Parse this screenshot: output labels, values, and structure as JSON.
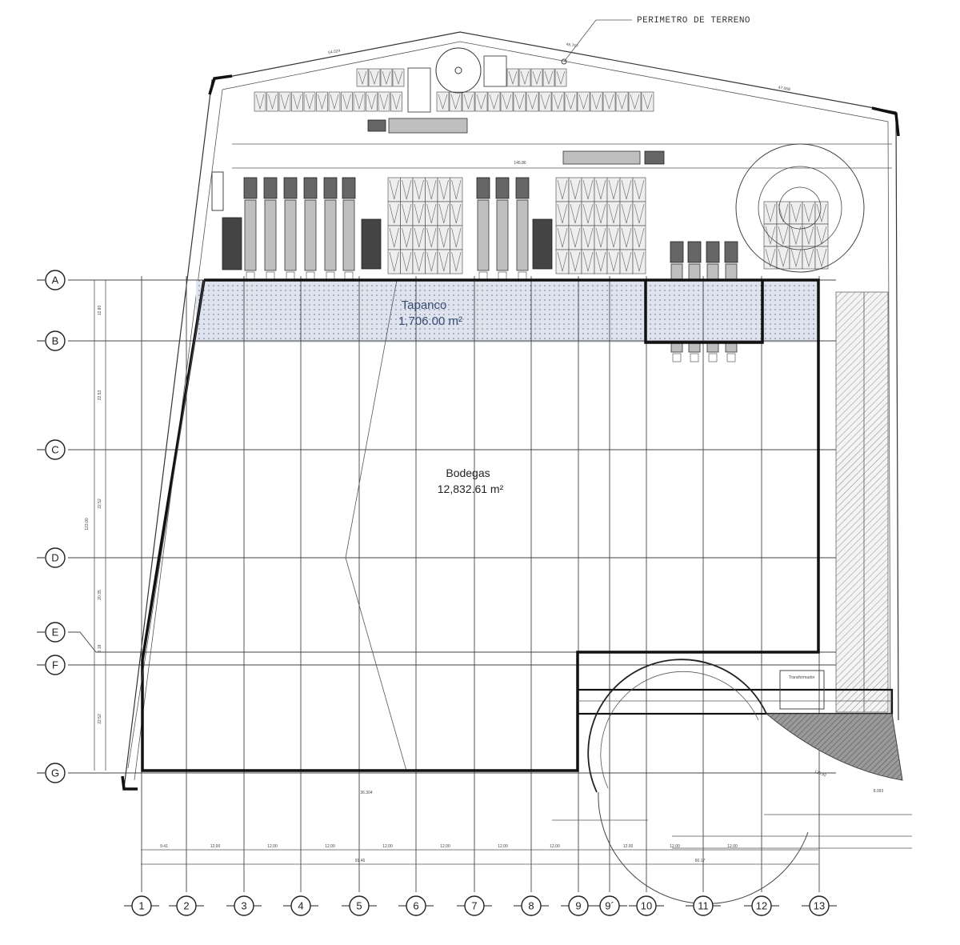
{
  "rows": [
    "A",
    "B",
    "C",
    "D",
    "E",
    "F",
    "G"
  ],
  "columns": [
    "1",
    "2",
    "3",
    "4",
    "5",
    "6",
    "7",
    "8",
    "9",
    "9´",
    "10",
    "11",
    "12",
    "13"
  ],
  "rooms": {
    "tapanco": {
      "name": "Tapanco",
      "area": "1,706.00 m²"
    },
    "bodegas": {
      "name": "Bodegas",
      "area": "12,832.61 m²"
    }
  },
  "annotations": {
    "perimeter": "PERIMETRO DE TERRENO",
    "transformer": "Transformador"
  },
  "dimensions": {
    "bottom_bays": [
      "9.41",
      "12.00",
      "12.00",
      "12.00",
      "12.00",
      "12.00",
      "12.00",
      "12.00",
      "12.00",
      "12.00",
      "12.00"
    ],
    "bottom_totals": [
      "91.46",
      "60.17"
    ],
    "left_bays": [
      "12.80",
      "22.53",
      "22.52",
      "20.35",
      "2.18",
      "22.52"
    ],
    "left_total": "123.00",
    "site": [
      "54.024",
      "46.767",
      "47.058",
      "145.86",
      "36.304",
      "8.093",
      "123.92"
    ]
  },
  "colors": {
    "line": "#333333",
    "wall": "#111111",
    "tapanco_fill": "#c9cfdf",
    "hatch": "#777777"
  }
}
